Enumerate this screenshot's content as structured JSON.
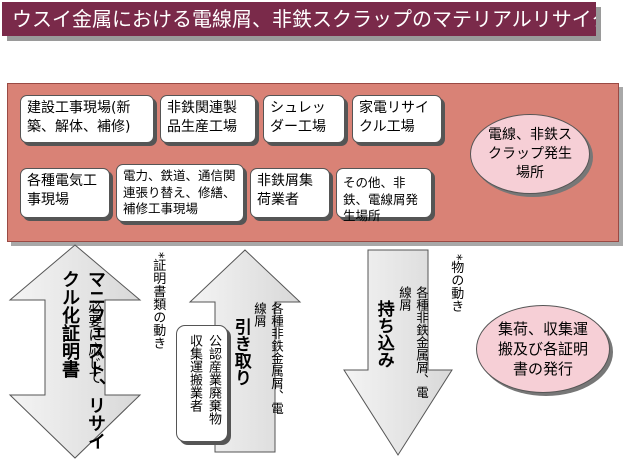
{
  "title": "ウスイ金属における電線屑、非鉄スクラップのマテリアルリサイクル",
  "sources": [
    "建設工事現場(新築、解体、補修)",
    "非鉄関連製品生産工場",
    "シュレッダー工場",
    "家電リサイクル工場",
    "各種電気工事現場",
    "電力、鉄道、通信関連張り替え、修繕、補修工事現場",
    "非鉄屑集荷業者",
    "その他、非鉄、電線屑発生場所"
  ],
  "source_ellipse": "電線、非鉄スクラップ発生場所",
  "left_arrow": {
    "small": "必要に応じて",
    "main": "マニフェスト、リサイクル化証明書"
  },
  "note_docs": "*証明書類の動き",
  "middle_arrow": {
    "main": "引き取り",
    "detail": "各種非鉄金属屑、電線屑"
  },
  "collector": "公認産業廃棄物収集運搬業者",
  "right_arrow": {
    "main": "持ち込み",
    "detail": "各種非鉄金属屑、電線屑"
  },
  "note_goods": "*物の動き",
  "hub_ellipse": "集荷、収集運搬及び各証明書の発行",
  "colors": {
    "title_bg": "#7a2a4a",
    "panel_bg": "#d98276",
    "ellipse_bg": "#f6cfd6",
    "arrow_fill": "#e6e6e6"
  }
}
